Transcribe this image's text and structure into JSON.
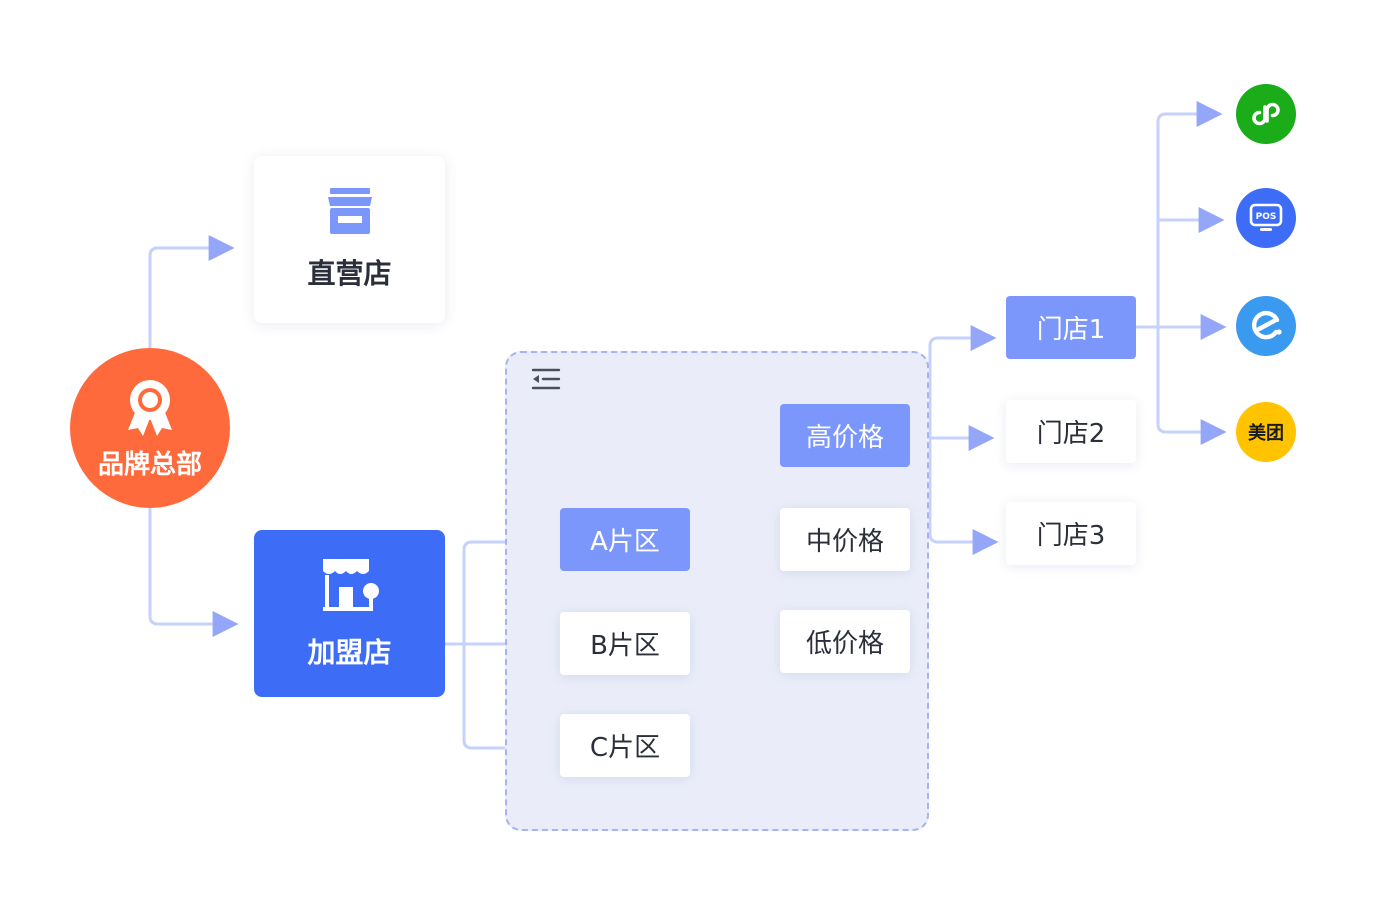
{
  "brand": {
    "label": "品牌总部",
    "icon": "award-ribbon-icon",
    "color": "#ff6a3d"
  },
  "direct_store": {
    "label": "直营店",
    "icon": "store-icon"
  },
  "franchise_store": {
    "label": "加盟店",
    "icon": "franchise-store-icon",
    "color": "#3d6df6"
  },
  "regions": [
    {
      "label": "A片区",
      "highlighted": true
    },
    {
      "label": "B片区",
      "highlighted": false
    },
    {
      "label": "C片区",
      "highlighted": false
    }
  ],
  "price_tiers": [
    {
      "label": "高价格",
      "highlighted": true
    },
    {
      "label": "中价格",
      "highlighted": false
    },
    {
      "label": "低价格",
      "highlighted": false
    }
  ],
  "stores": [
    {
      "label": "门店1",
      "highlighted": true
    },
    {
      "label": "门店2",
      "highlighted": false
    },
    {
      "label": "门店3",
      "highlighted": false
    }
  ],
  "channels": [
    {
      "icon": "mini-program-icon",
      "color": "#1aad19"
    },
    {
      "icon": "pos-icon",
      "label": "POS",
      "color": "#3d6df6"
    },
    {
      "icon": "eleme-icon",
      "color": "#3a9af0"
    },
    {
      "icon": "meituan-icon",
      "label": "美团",
      "color": "#ffc300"
    }
  ],
  "colors": {
    "highlight": "#7b97fb",
    "connector": "#c6d2fb",
    "arrow": "#93a6f8",
    "panel": "#eaedf9"
  }
}
